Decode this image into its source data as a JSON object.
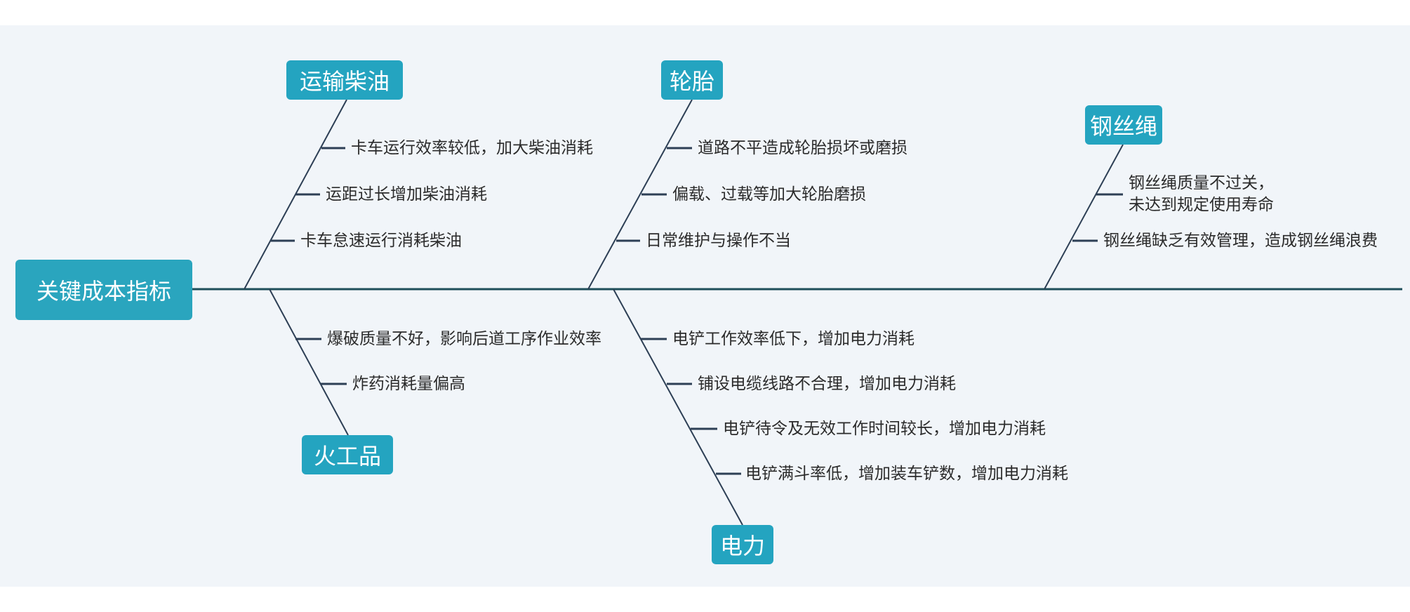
{
  "head": {
    "label": "关键成本指标"
  },
  "categories": [
    {
      "id": "diesel",
      "label": "运输柴油",
      "causes": [
        "卡车运行效率较低，加大柴油消耗",
        "运距过长增加柴油消耗",
        "卡车怠速运行消耗柴油"
      ]
    },
    {
      "id": "tire",
      "label": "轮胎",
      "causes": [
        "道路不平造成轮胎损坏或磨损",
        "偏载、过载等加大轮胎磨损",
        "日常维护与操作不当"
      ]
    },
    {
      "id": "wire",
      "label": "钢丝绳",
      "causes": [
        "钢丝绳质量不过关，\n未达到规定使用寿命",
        "钢丝绳缺乏有效管理，造成钢丝绳浪费"
      ]
    },
    {
      "id": "explosive",
      "label": "火工品",
      "causes": [
        "爆破质量不好，影响后道工序作业效率",
        "炸药消耗量偏高"
      ]
    },
    {
      "id": "power",
      "label": "电力",
      "causes": [
        "电铲工作效率低下，增加电力消耗",
        "铺设电缆线路不合理，增加电力消耗",
        "电铲待令及无效工作时间较长，增加电力消耗",
        "电铲满斗率低，增加装车铲数，增加电力消耗"
      ]
    }
  ],
  "colors": {
    "spine": "#1f4e5a",
    "bone": "#2d3f55",
    "box": "#24a4c0",
    "background": "#f1f5f9",
    "text": "#2b2b2b"
  }
}
